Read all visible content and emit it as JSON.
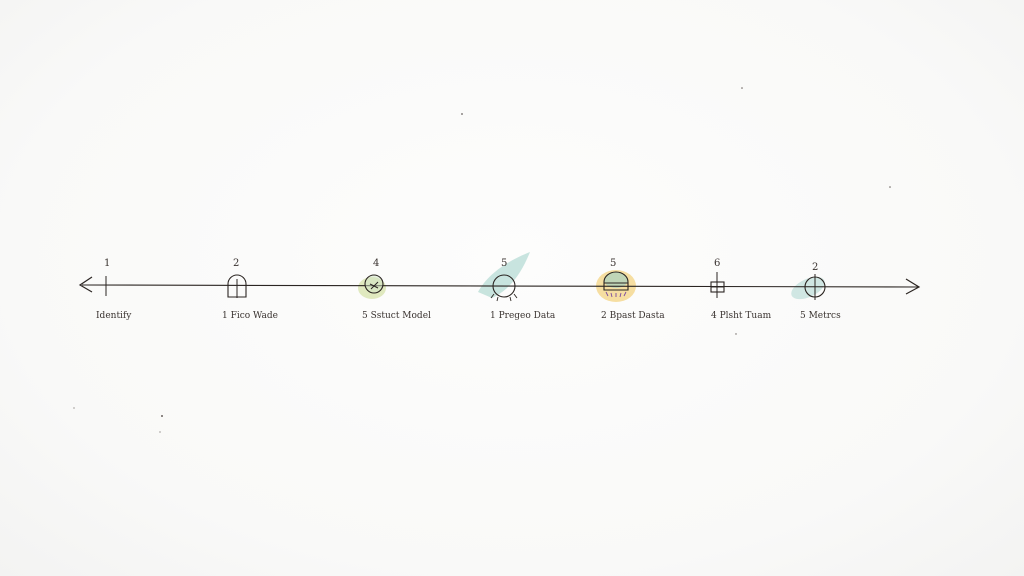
{
  "colors": {
    "ink": "#2b2522",
    "teal_wash": "#9ccfc7",
    "yellow_wash": "#f3d27a",
    "green_wash": "#b9d7a4",
    "paper": "#fbfbfa"
  },
  "timeline": {
    "steps": [
      {
        "number": "1",
        "label": "Identify",
        "icon": "arrow-start-icon"
      },
      {
        "number": "2",
        "label": "1 Fico Wade",
        "icon": "half-circle-icon"
      },
      {
        "number": "4",
        "label": "5 Sstuct Model",
        "icon": "target-circle-icon"
      },
      {
        "number": "5",
        "label": "1 Pregeo Data",
        "icon": "open-circle-icon"
      },
      {
        "number": "5",
        "label": "2 Bpast Dasta",
        "icon": "half-filled-circle-icon"
      },
      {
        "number": "6",
        "label": "4 Plsht Tuam",
        "icon": "box-node-icon"
      },
      {
        "number": "2",
        "label": "5 Metrcs",
        "icon": "crosshair-circle-icon"
      }
    ]
  }
}
